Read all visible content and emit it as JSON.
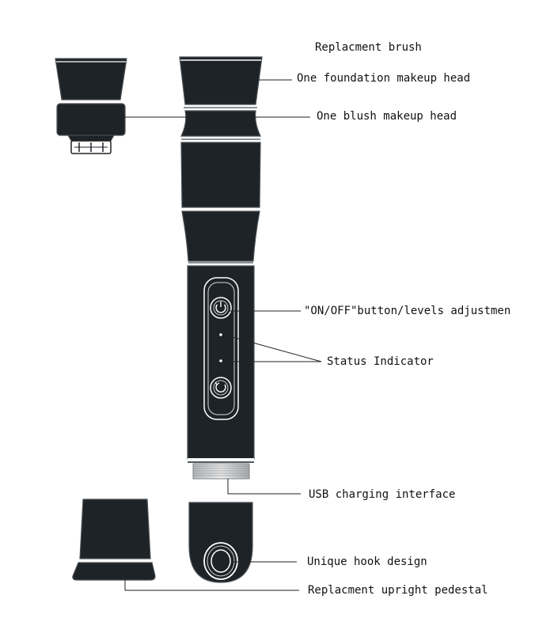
{
  "labels": {
    "replacement_brush": "Replacment brush",
    "foundation_head": "One foundation makeup head",
    "blush_head": "One blush makeup head",
    "on_off_button": "\"ON/OFF\"button/levels adjustmen",
    "status_indicator": "Status Indicator",
    "usb_charging": "USB charging interface",
    "hook_design": "Unique hook design",
    "upright_pedestal": "Replacment upright pedestal"
  },
  "colors": {
    "body": "#1e2327",
    "outline": "#4a4f53",
    "highlight": "#ffffff",
    "leader_line": "#222222"
  }
}
